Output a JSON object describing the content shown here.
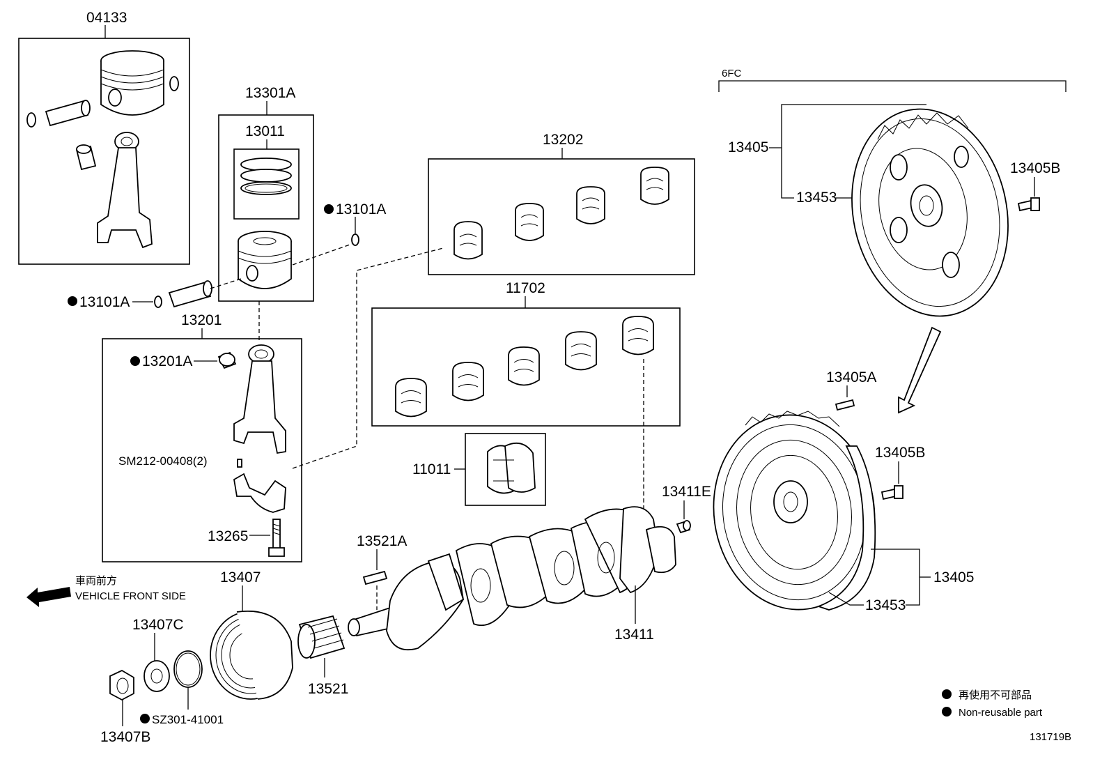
{
  "labels": {
    "p04133": "04133",
    "p13301A": "13301A",
    "p13011": "13011",
    "p13101A_r": "13101A",
    "p13101A_l": "13101A",
    "p13201": "13201",
    "p13201A": "13201A",
    "pSM212": "SM212-00408(2)",
    "p13265": "13265",
    "p13202": "13202",
    "p11702": "11702",
    "p11011": "11011",
    "p6FC": "6FC",
    "p13405_top": "13405",
    "p13453_top": "13453",
    "p13405B_top": "13405B",
    "p13405A": "13405A",
    "p13405B_bot": "13405B",
    "p13411E": "13411E",
    "p13521A": "13521A",
    "p13411": "13411",
    "p13405_bot": "13405",
    "p13453_bot": "13453",
    "p13407": "13407",
    "p13407C": "13407C",
    "p13407B": "13407B",
    "pSZ301": "SZ301-41001",
    "p13521": "13521"
  },
  "front_note": {
    "jp": "車両前方",
    "en": "VEHICLE FRONT SIDE"
  },
  "legend": {
    "jp": "再使用不可部品",
    "en": "Non-reusable part"
  },
  "diagram_code": "131719B"
}
